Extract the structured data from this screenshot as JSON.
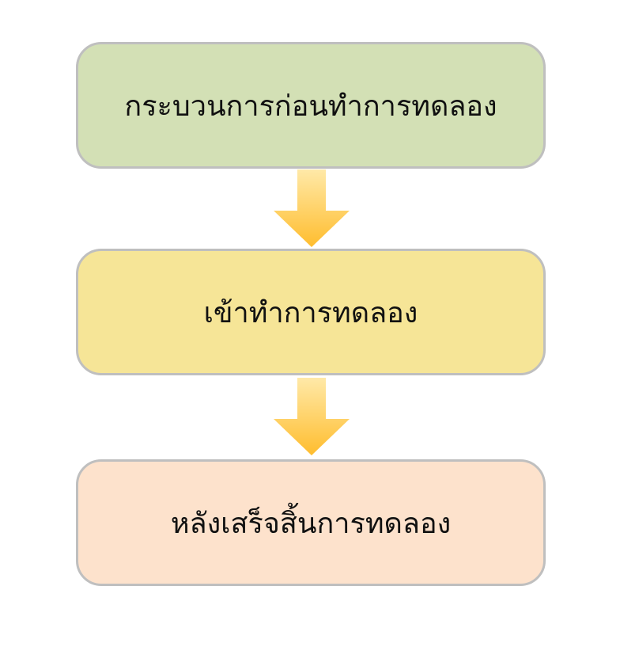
{
  "diagram": {
    "steps": [
      {
        "label": "กระบวนการก่อนทำการทดลอง",
        "fill": "#d3e0b5"
      },
      {
        "label": "เข้าทำการทดลอง",
        "fill": "#f6e597"
      },
      {
        "label": "หลังเสร็จสิ้นการทดลอง",
        "fill": "#fde2cc"
      }
    ],
    "arrow_colors": {
      "light": "#ffe9a8",
      "dark": "#ffbd2e"
    }
  }
}
